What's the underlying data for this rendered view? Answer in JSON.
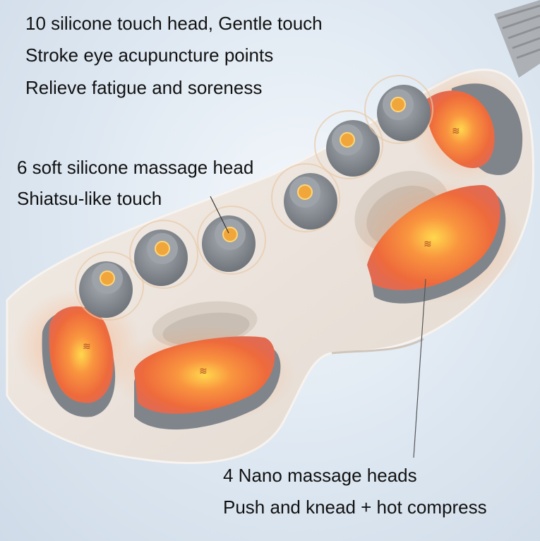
{
  "callouts": {
    "eye_points": {
      "line1": "10 silicone touch head, Gentle touch",
      "line2": "Stroke eye acupuncture points",
      "line3": "Relieve fatigue and soreness"
    },
    "shiatsu": {
      "line1": "6 soft silicone massage head",
      "line2": "Shiatsu-like touch"
    },
    "nano": {
      "line1": "4 Nano massage heads",
      "line2": "Push and knead + hot compress"
    }
  },
  "colors": {
    "background": "#dde7f1",
    "mask_body": "#ece4dc",
    "silicone_grey": "#8f949a",
    "heat_orange": "#f07a3a",
    "heat_core": "#ffd24a"
  }
}
